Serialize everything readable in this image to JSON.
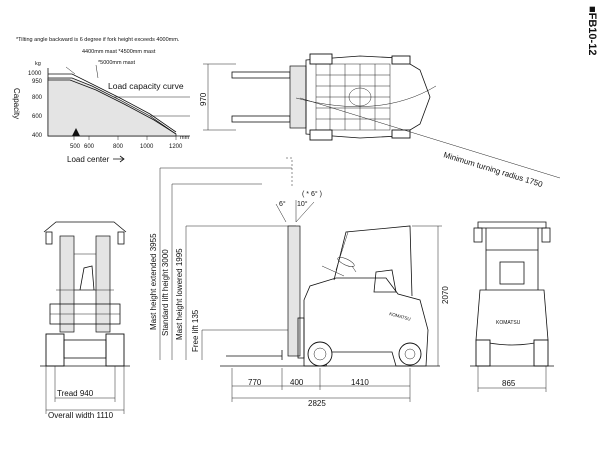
{
  "model": "■FB10-12",
  "tilt_note": "*Tilting angle backward is 6 degree if fork height exceeds 4000mm.",
  "capacity_chart": {
    "title": "Load capacity curve",
    "y_unit": "kg",
    "y_label": "Capacity",
    "x_unit": "mm",
    "x_label": "Load center",
    "y_ticks": [
      "1000",
      "950",
      "800",
      "600",
      "400"
    ],
    "x_ticks": [
      "500",
      "600",
      "800",
      "1000",
      "1200"
    ],
    "curve_label_1": "4400mm mast *4500mm mast",
    "curve_label_2": "*5000mm mast"
  },
  "top_view": {
    "width_dim": "970",
    "turning_radius": "Minimum turning radius  1750"
  },
  "side_view": {
    "tilt_forward": "6°",
    "tilt_backward": "10°",
    "tilt_alt": "( * 6° )",
    "mast_extended": "Mast height extended  3955",
    "lift_height": "Standard lift height  3000",
    "mast_lowered": "Mast height lowered  1995",
    "free_lift": "Free lift  135",
    "overall_height": "2070",
    "front_overhang": "770",
    "fork_to_axle": "400",
    "wheelbase": "1410",
    "overall_length": "2825",
    "brand": "KOMATSU"
  },
  "front_view": {
    "tread": "Tread  940",
    "overall_width": "Overall width  1110"
  },
  "rear_view": {
    "rear_width": "865"
  }
}
